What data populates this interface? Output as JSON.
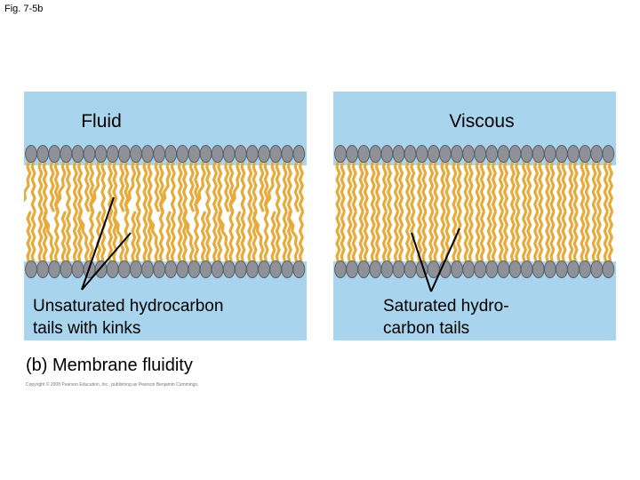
{
  "figure_label": "Fig. 7-5b",
  "panels": {
    "left": {
      "title": "Fluid",
      "callout_line1": "Unsaturated hydrocarbon",
      "callout_line2": "tails with kinks"
    },
    "right": {
      "title": "Viscous",
      "callout_line1": "Saturated hydro-",
      "callout_line2": "carbon tails"
    }
  },
  "caption": "(b) Membrane fluidity",
  "copyright": "Copyright © 2008 Pearson Education, Inc., publishing as Pearson Benjamin Cummings.",
  "colors": {
    "background": "#ffffff",
    "water": "#a9d4ee",
    "membrane_band": "#ffffff",
    "head_fill": "#8e9197",
    "head_stroke": "#5b5e63",
    "tail": "#e6ab3a"
  }
}
